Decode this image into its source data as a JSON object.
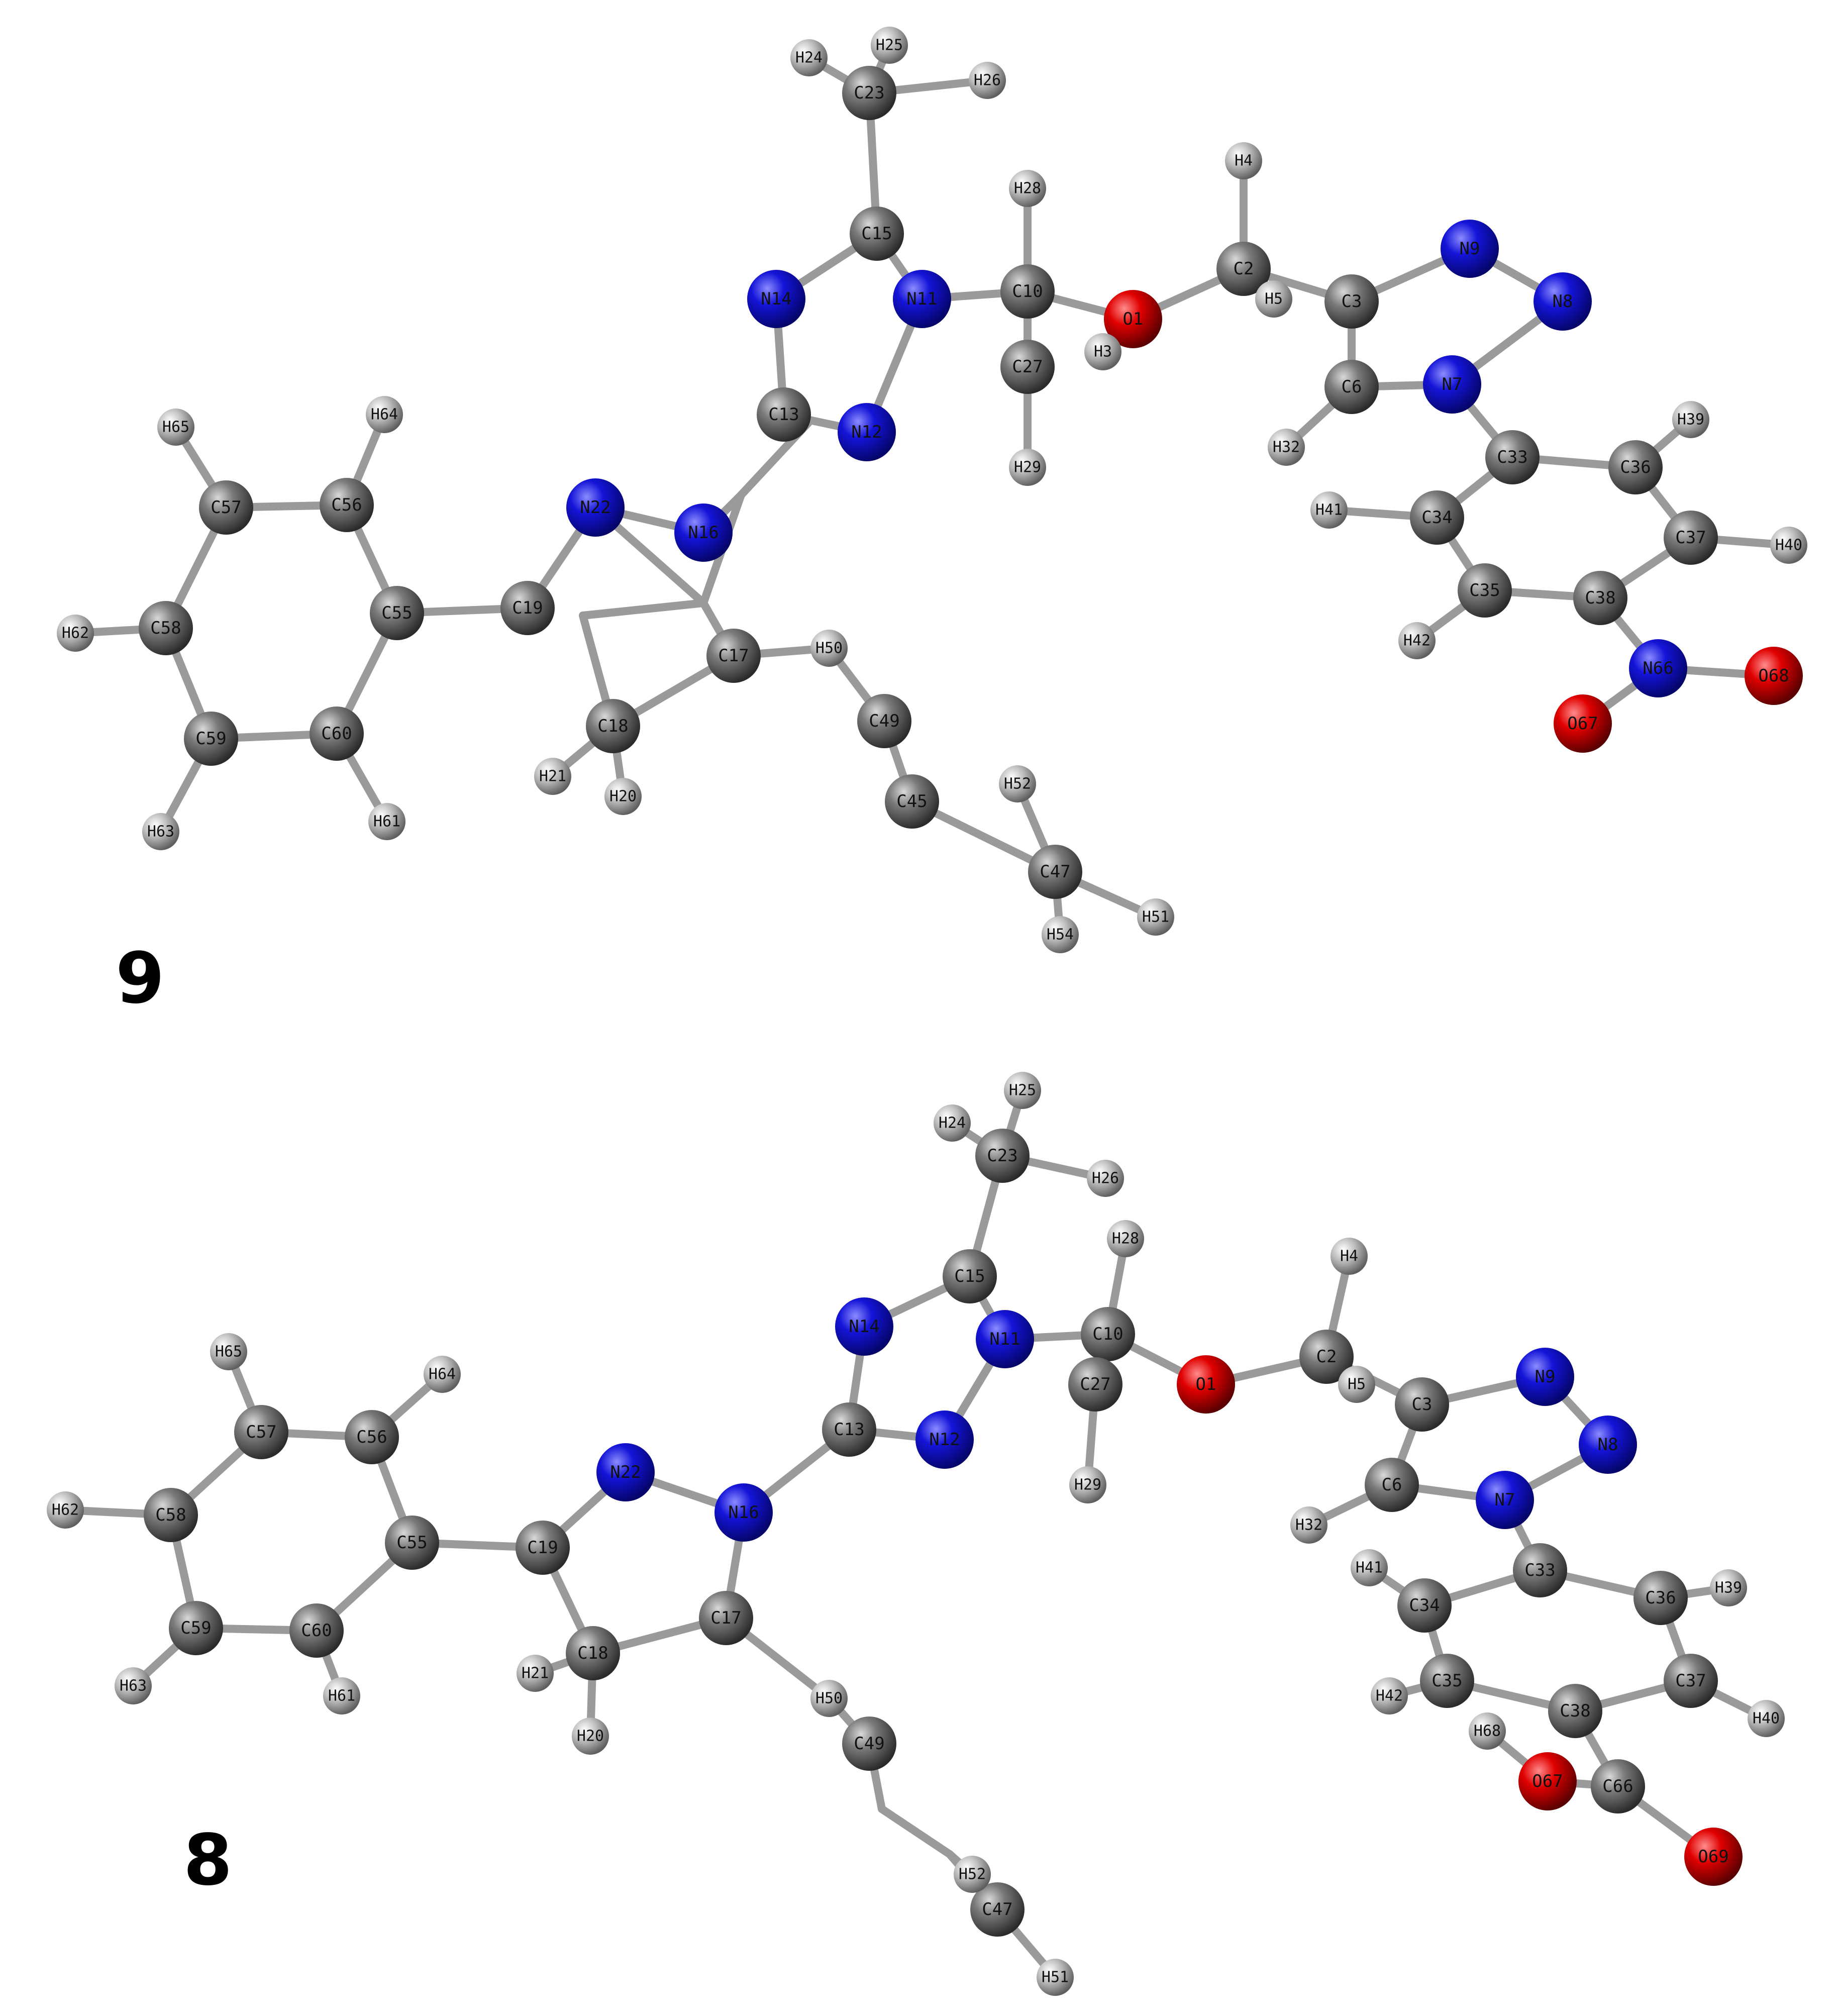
{
  "colors": {
    "carbon": "#6f6f6f",
    "hydrogen": "#c9c9c9",
    "nitrogen": "#1a1ad6",
    "oxygen": "#e00000",
    "bond": "#9a9a9a",
    "background": "#ffffff"
  },
  "molecules": [
    {
      "label": "9",
      "atoms": [
        {
          "id": "H24",
          "el": "H"
        },
        {
          "id": "H25",
          "el": "H"
        },
        {
          "id": "C23",
          "el": "C"
        },
        {
          "id": "H26",
          "el": "H"
        },
        {
          "id": "H4",
          "el": "H"
        },
        {
          "id": "H28",
          "el": "H"
        },
        {
          "id": "C15",
          "el": "C"
        },
        {
          "id": "N14",
          "el": "N"
        },
        {
          "id": "N11",
          "el": "N"
        },
        {
          "id": "C10",
          "el": "C"
        },
        {
          "id": "O1",
          "el": "O"
        },
        {
          "id": "C2",
          "el": "C"
        },
        {
          "id": "H5",
          "el": "H"
        },
        {
          "id": "C3",
          "el": "C"
        },
        {
          "id": "N9",
          "el": "N"
        },
        {
          "id": "N8",
          "el": "N"
        },
        {
          "id": "C27",
          "el": "C"
        },
        {
          "id": "H3",
          "el": "H"
        },
        {
          "id": "H29",
          "el": "H"
        },
        {
          "id": "C13",
          "el": "C"
        },
        {
          "id": "N12",
          "el": "N"
        },
        {
          "id": "C6",
          "el": "C"
        },
        {
          "id": "N7",
          "el": "N"
        },
        {
          "id": "H32",
          "el": "H"
        },
        {
          "id": "H39",
          "el": "H"
        },
        {
          "id": "C33",
          "el": "C"
        },
        {
          "id": "C36",
          "el": "C"
        },
        {
          "id": "H41",
          "el": "H"
        },
        {
          "id": "C34",
          "el": "C"
        },
        {
          "id": "C37",
          "el": "C"
        },
        {
          "id": "H40",
          "el": "H"
        },
        {
          "id": "C35",
          "el": "C"
        },
        {
          "id": "C38",
          "el": "C"
        },
        {
          "id": "H42",
          "el": "H"
        },
        {
          "id": "N66",
          "el": "N"
        },
        {
          "id": "O68",
          "el": "O"
        },
        {
          "id": "O67",
          "el": "O"
        },
        {
          "id": "H65",
          "el": "H"
        },
        {
          "id": "H64",
          "el": "H"
        },
        {
          "id": "C57",
          "el": "C"
        },
        {
          "id": "C56",
          "el": "C"
        },
        {
          "id": "N22",
          "el": "N"
        },
        {
          "id": "N16",
          "el": "N"
        },
        {
          "id": "H62",
          "el": "H"
        },
        {
          "id": "C58",
          "el": "C"
        },
        {
          "id": "C55",
          "el": "C"
        },
        {
          "id": "C19",
          "el": "C"
        },
        {
          "id": "C17",
          "el": "C"
        },
        {
          "id": "H50",
          "el": "H"
        },
        {
          "id": "C59",
          "el": "C"
        },
        {
          "id": "C60",
          "el": "C"
        },
        {
          "id": "C18",
          "el": "C"
        },
        {
          "id": "C49",
          "el": "C"
        },
        {
          "id": "H21",
          "el": "H"
        },
        {
          "id": "H20",
          "el": "H"
        },
        {
          "id": "C45",
          "el": "C"
        },
        {
          "id": "H52",
          "el": "H"
        },
        {
          "id": "H63",
          "el": "H"
        },
        {
          "id": "H61",
          "el": "H"
        },
        {
          "id": "C47",
          "el": "C"
        },
        {
          "id": "H54",
          "el": "H"
        },
        {
          "id": "H51",
          "el": "H"
        }
      ]
    },
    {
      "label": "8",
      "atoms": [
        {
          "id": "H25",
          "el": "H"
        },
        {
          "id": "H24",
          "el": "H"
        },
        {
          "id": "C23",
          "el": "C"
        },
        {
          "id": "H26",
          "el": "H"
        },
        {
          "id": "H28",
          "el": "H"
        },
        {
          "id": "H4",
          "el": "H"
        },
        {
          "id": "C15",
          "el": "C"
        },
        {
          "id": "N14",
          "el": "N"
        },
        {
          "id": "N11",
          "el": "N"
        },
        {
          "id": "C10",
          "el": "C"
        },
        {
          "id": "C27",
          "el": "C"
        },
        {
          "id": "O1",
          "el": "O"
        },
        {
          "id": "C2",
          "el": "C"
        },
        {
          "id": "H5",
          "el": "H"
        },
        {
          "id": "N9",
          "el": "N"
        },
        {
          "id": "C3",
          "el": "C"
        },
        {
          "id": "N8",
          "el": "N"
        },
        {
          "id": "H65",
          "el": "H"
        },
        {
          "id": "H64",
          "el": "H"
        },
        {
          "id": "C13",
          "el": "C"
        },
        {
          "id": "N12",
          "el": "N"
        },
        {
          "id": "H29",
          "el": "H"
        },
        {
          "id": "C6",
          "el": "C"
        },
        {
          "id": "N7",
          "el": "N"
        },
        {
          "id": "C57",
          "el": "C"
        },
        {
          "id": "C56",
          "el": "C"
        },
        {
          "id": "N22",
          "el": "N"
        },
        {
          "id": "N16",
          "el": "N"
        },
        {
          "id": "H62",
          "el": "H"
        },
        {
          "id": "C58",
          "el": "C"
        },
        {
          "id": "H32",
          "el": "H"
        },
        {
          "id": "C55",
          "el": "C"
        },
        {
          "id": "C19",
          "el": "C"
        },
        {
          "id": "H41",
          "el": "H"
        },
        {
          "id": "C33",
          "el": "C"
        },
        {
          "id": "H39",
          "el": "H"
        },
        {
          "id": "C34",
          "el": "C"
        },
        {
          "id": "C36",
          "el": "C"
        },
        {
          "id": "C59",
          "el": "C"
        },
        {
          "id": "C60",
          "el": "C"
        },
        {
          "id": "C17",
          "el": "C"
        },
        {
          "id": "H21",
          "el": "H"
        },
        {
          "id": "C18",
          "el": "C"
        },
        {
          "id": "C35",
          "el": "C"
        },
        {
          "id": "C37",
          "el": "C"
        },
        {
          "id": "H63",
          "el": "H"
        },
        {
          "id": "H61",
          "el": "H"
        },
        {
          "id": "H50",
          "el": "H"
        },
        {
          "id": "H42",
          "el": "H"
        },
        {
          "id": "C38",
          "el": "C"
        },
        {
          "id": "H40",
          "el": "H"
        },
        {
          "id": "H68",
          "el": "H"
        },
        {
          "id": "C49",
          "el": "C"
        },
        {
          "id": "H20",
          "el": "H"
        },
        {
          "id": "O67",
          "el": "O"
        },
        {
          "id": "C66",
          "el": "C"
        },
        {
          "id": "H52",
          "el": "H"
        },
        {
          "id": "C47",
          "el": "C"
        },
        {
          "id": "O69",
          "el": "O"
        },
        {
          "id": "H51",
          "el": "H"
        }
      ]
    }
  ]
}
